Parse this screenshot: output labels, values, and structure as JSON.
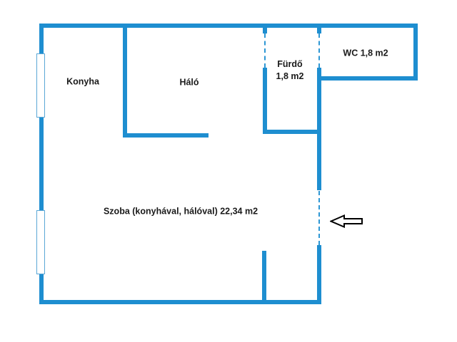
{
  "figure": {
    "type": "apartment-floor-plan"
  },
  "colors": {
    "wall": "#1e8ed0",
    "dash": "#2e97d4",
    "window_border": "#5aa7d6",
    "text": "#1a1a1a",
    "arrow_fill": "#ffffff",
    "arrow_outline": "#000000",
    "background": "#ffffff"
  },
  "rooms": {
    "konyha": {
      "label": "Konyha"
    },
    "halo": {
      "label": "Háló"
    },
    "furdo": {
      "label": "Fürdő",
      "area": "1,8 m2"
    },
    "wc": {
      "label": "WC 1,8 m2"
    },
    "szoba": {
      "label": "Szoba (konyhával, hálóval) 22,34 m2"
    }
  },
  "icons": {
    "entrance_arrow": "left-block-arrow"
  }
}
